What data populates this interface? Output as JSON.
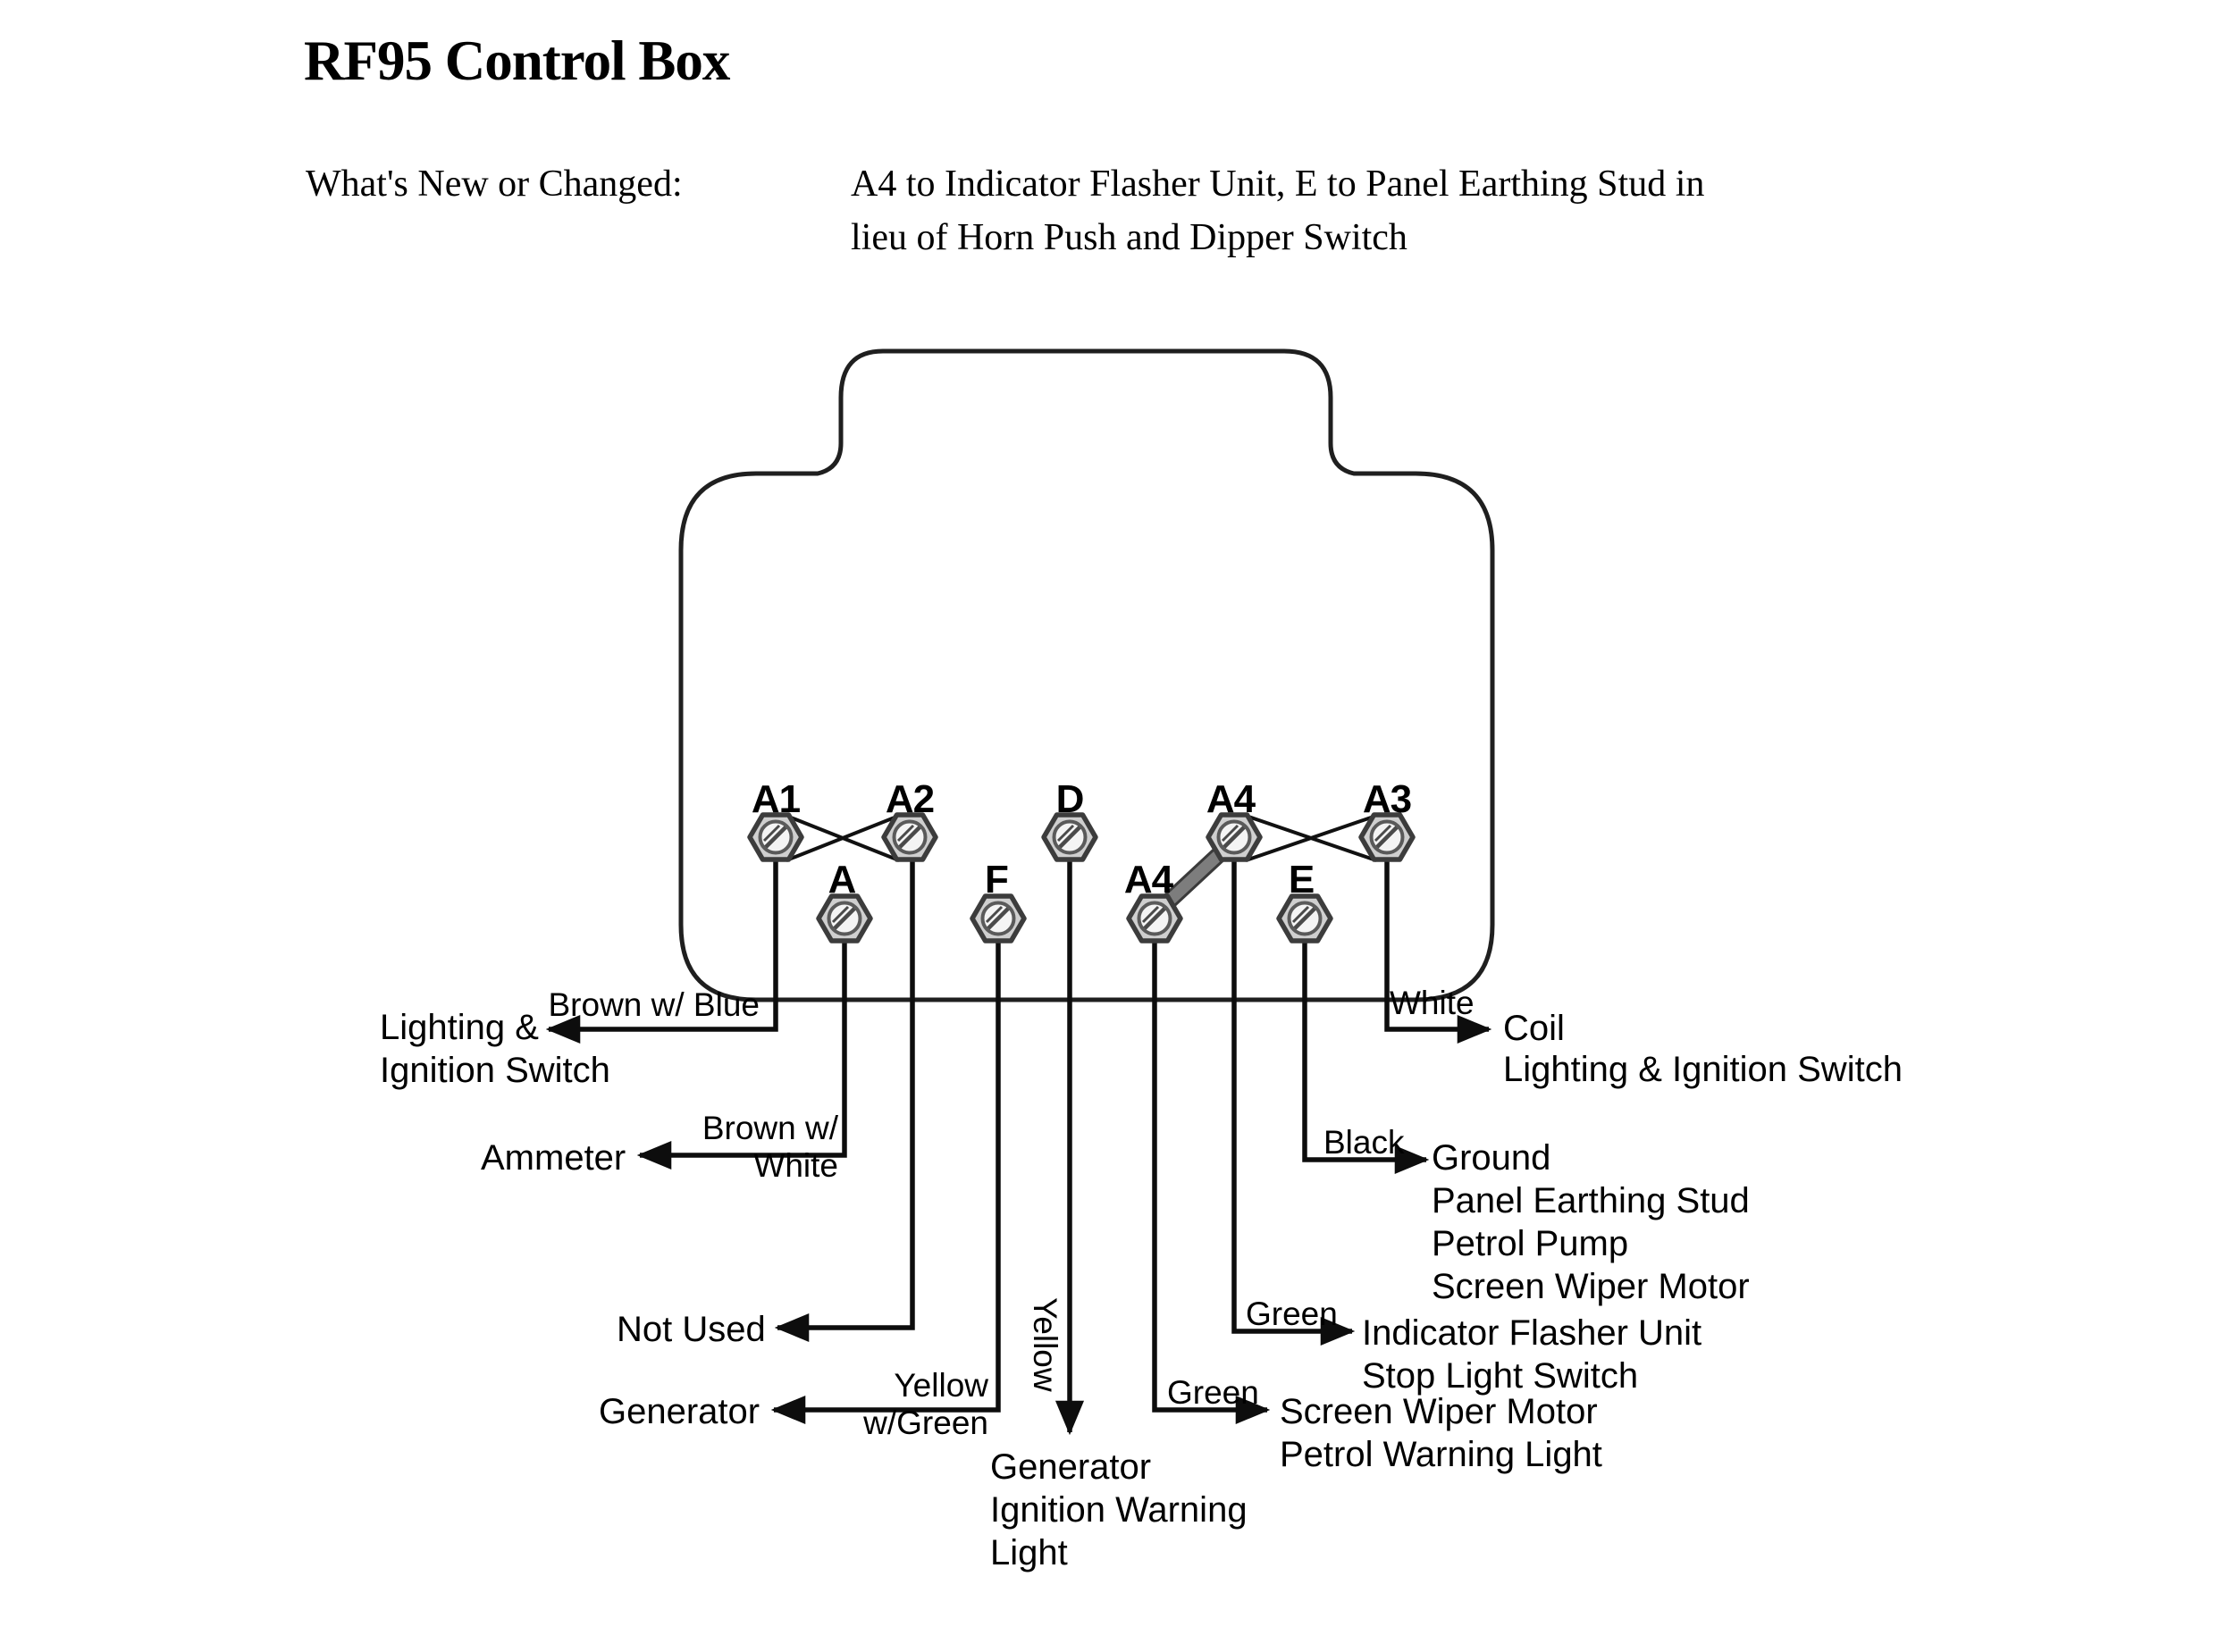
{
  "title": "RF95 Control Box",
  "whats_new": {
    "label": "What's New or Changed:",
    "text": "A4 to Indicator Flasher Unit, E to Panel Earthing Stud in\nlieu of Horn Push and Dipper Switch"
  },
  "terminals": {
    "top": [
      "A1",
      "A2",
      "D",
      "A4",
      "A3"
    ],
    "bottom": [
      "A",
      "F",
      "A4",
      "E"
    ]
  },
  "connections": [
    {
      "terminal": "A1",
      "wire": "Brown w/ Blue",
      "destination": "Lighting &\nIgnition Switch",
      "direction": "left"
    },
    {
      "terminal": "A",
      "wire": "Brown w/ White",
      "destination": "Ammeter",
      "direction": "left"
    },
    {
      "terminal": "A2",
      "wire": "",
      "destination": "Not Used",
      "direction": "left"
    },
    {
      "terminal": "F",
      "wire": "Yellow w/Green",
      "destination": "Generator",
      "direction": "left"
    },
    {
      "terminal": "D",
      "wire": "Yellow",
      "destination": "Generator\nIgnition Warning\nLight",
      "direction": "down"
    },
    {
      "terminal": "A4 (bottom)",
      "wire": "Green",
      "destination": "Screen Wiper Motor\nPetrol Warning Light",
      "direction": "right"
    },
    {
      "terminal": "A4 (top)",
      "wire": "Green",
      "destination": "Indicator Flasher Unit\nStop Light Switch",
      "direction": "right"
    },
    {
      "terminal": "E",
      "wire": "Black",
      "destination": "Ground\nPanel Earthing Stud\nPetrol Pump\nScreen Wiper Motor",
      "direction": "right"
    },
    {
      "terminal": "A3",
      "wire": "White",
      "destination": "Coil\nLighting & Ignition Switch",
      "direction": "right"
    }
  ],
  "jumpers": [
    {
      "name": "crossover A1-A2"
    },
    {
      "name": "crossover A4-A3"
    },
    {
      "name": "link bar A4 top to A4 bottom"
    }
  ],
  "colors": {
    "background": "#ffffff",
    "line": "#111111",
    "nut_fill": "#cfcfcf",
    "nut_face": "#f4f4f4",
    "bar_gray": "#7d7d7d",
    "text": "#000000"
  }
}
